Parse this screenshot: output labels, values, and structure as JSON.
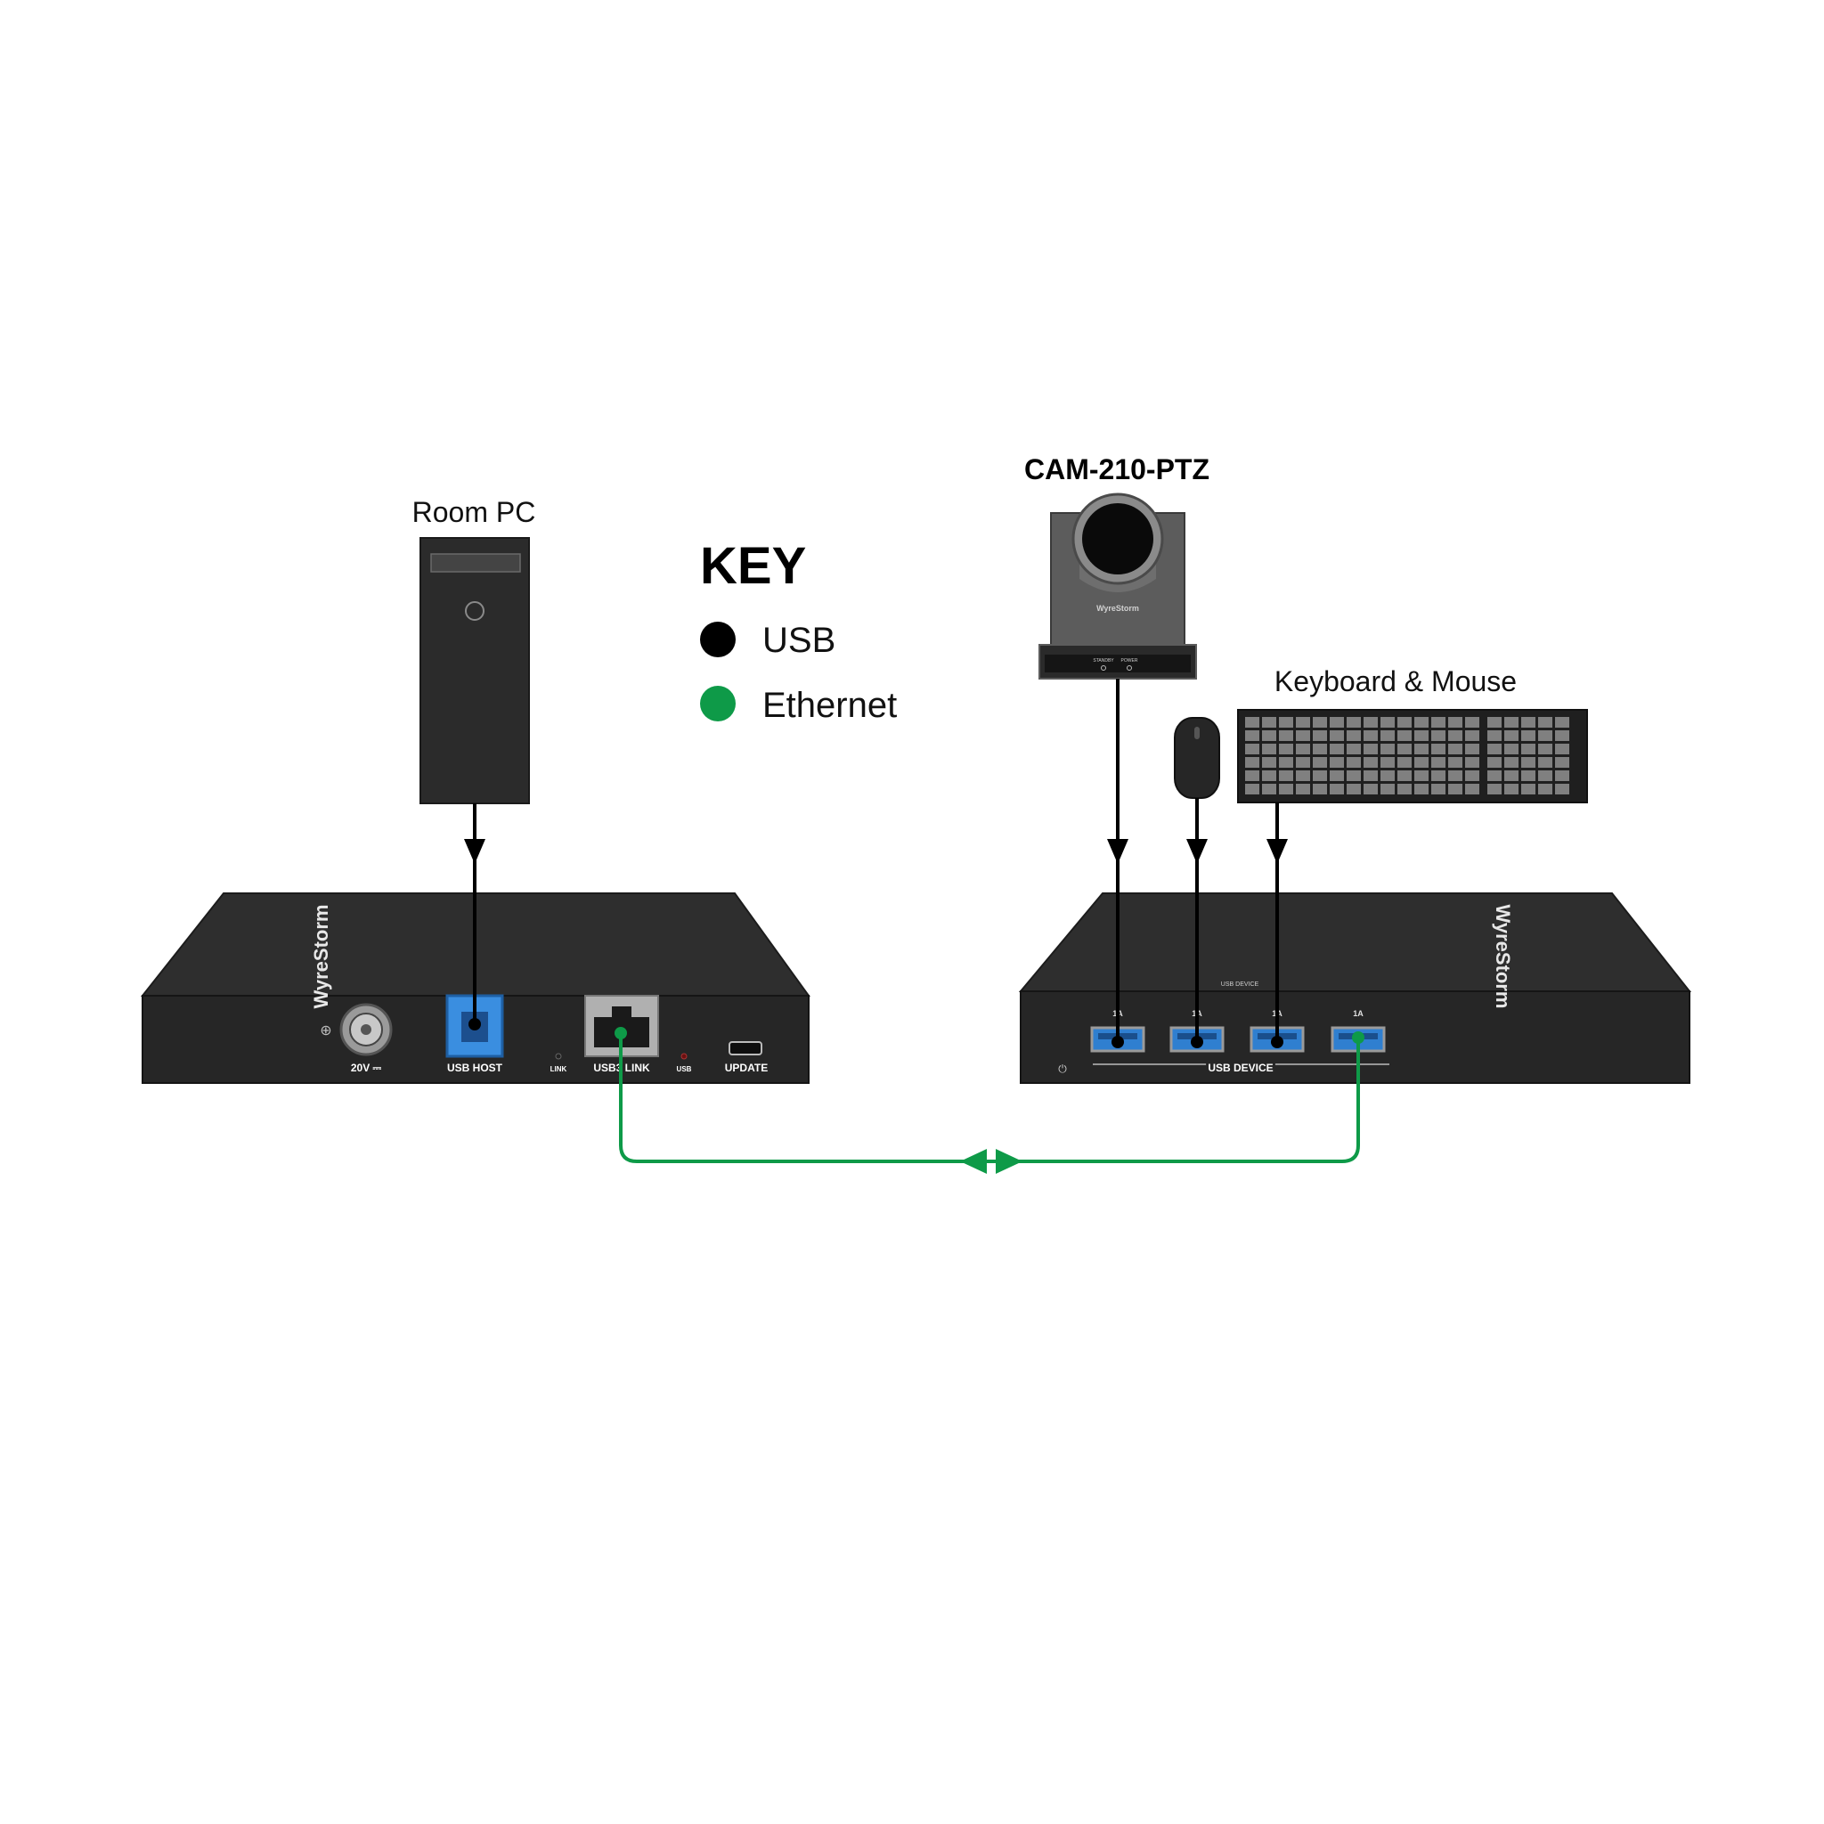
{
  "colors": {
    "usb": "#000000",
    "ethernet": "#0e9a48",
    "device_body": "#262626",
    "usb_blue": "#2f7fd0",
    "camera_gray": "#5a5a5a",
    "keyboard_key": "#808080"
  },
  "labels": {
    "room_pc": "Room PC",
    "camera": "CAM-210-PTZ",
    "keyboard_mouse": "Keyboard & Mouse"
  },
  "key": {
    "title": "KEY",
    "items": [
      {
        "label": "USB",
        "color": "#000000"
      },
      {
        "label": "Ethernet",
        "color": "#0e9a48"
      }
    ]
  },
  "transmitter": {
    "brand": "WyreStorm",
    "ports": {
      "power": "20V ⎓",
      "usb_host": "USB HOST",
      "link_led": "LINK",
      "usb3_link": "USB3 LINK",
      "usb_led": "USB",
      "update": "UPDATE"
    }
  },
  "receiver": {
    "brand": "WyreStorm",
    "port_group": "USB DEVICE",
    "port_rating": "1A",
    "top_panel": "USB DEVICE"
  },
  "camera_device": {
    "brand": "WyreStorm",
    "status": [
      "STANDBY",
      "POWER"
    ]
  }
}
